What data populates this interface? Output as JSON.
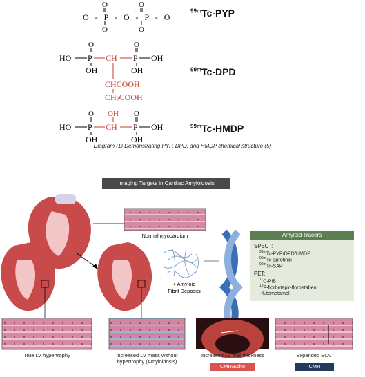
{
  "chemistry": {
    "pyp": {
      "structure": "O - P - O - P - O",
      "label_prefix": "99m",
      "label": "Tc-PYP"
    },
    "dpd": {
      "left": "HO",
      "ch": "CH",
      "right": "OH",
      "oh_under_left": "OH",
      "oh_under_right": "OH",
      "chain1": "CHCOOH",
      "chain2": "CH2COOH",
      "label_prefix": "99m",
      "label": "Tc-DPD"
    },
    "hmdp": {
      "left": "HO",
      "ch": "CH",
      "oh_top": "OH",
      "right": "OH",
      "oh_under_left": "OH",
      "oh_under_right": "OH",
      "label_prefix": "99m",
      "label": "Tc-HMDP"
    },
    "caption": "Diagram (1)   Demonstrating PYP, DPD, and HMDP chemical structure (5)"
  },
  "figure": {
    "title": "Imaging Targets in Cardiac Amyloidosis",
    "normal_myocardium": "Normal myocardium",
    "amyloid_label": "+ Amyloid\nFibril Deposits",
    "tracers": {
      "header": "Amyloid Tracers",
      "spect_label": "SPECT:",
      "spect": [
        {
          "prefix": "99m",
          "name": "Tc-PYP/DPD/HMDP"
        },
        {
          "prefix": "99m",
          "name": "Tc-aprotinin"
        },
        {
          "prefix": "99m",
          "name": "Tc-SAP"
        }
      ],
      "pet_label": "PET:",
      "pet": [
        {
          "prefix": "11",
          "name": "C-PiB"
        },
        {
          "prefix": "18",
          "name": "F-florbetapir-florbetaben"
        },
        {
          "prefix": "",
          "name": "-flutemetamol"
        }
      ]
    },
    "panels": [
      {
        "label": "True LV hypertrophy"
      },
      {
        "label": "Increased LV mass without\nhypertrophy (Amyloidosis)"
      },
      {
        "label": "Increased LV wall thickness",
        "badge": "CMR/Echo"
      },
      {
        "label": "Expanded ECV",
        "badge": "CMR"
      }
    ],
    "colors": {
      "muscle": "#c97a93",
      "muscle_light": "#e9bccb",
      "heart_red": "#c0392b",
      "tracer_green": "#5c7f52",
      "badge_red": "#d9534f",
      "badge_navy": "#233a5e",
      "amyloid_blue": "#7b9cc7"
    }
  }
}
